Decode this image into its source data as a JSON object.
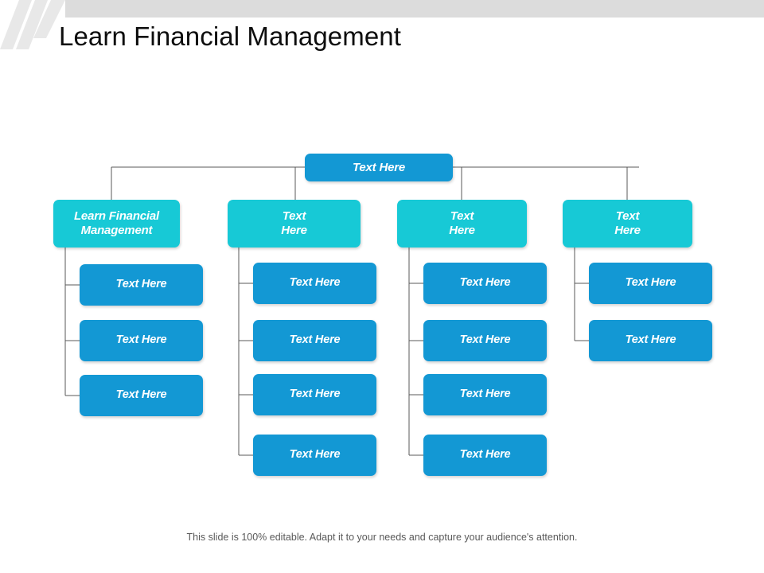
{
  "slide": {
    "title": "Learn Financial Management",
    "footer_note": "This slide is 100% editable. Adapt it to your needs and capture your audience's attention.",
    "background_color": "#FFFFFF",
    "top_bar_color": "#DCDCDC",
    "slash_color": "#E6E6E6"
  },
  "colors": {
    "root_box": "#1398D4",
    "level2_box": "#17C9D6",
    "level3_box": "#1398D4",
    "connector_line": "#595959",
    "box_text": "#FFFFFF",
    "title_text": "#0D0D0D",
    "footer_text": "#595959"
  },
  "icons": {
    "slash_decoration": "diagonal-slashes-icon"
  },
  "chart_data": {
    "type": "tree",
    "title": "Learn Financial Management",
    "orientation": "top-down-then-left-vertical",
    "root": {
      "label": "Text Here",
      "level": 1
    },
    "branches": [
      {
        "label": "Learn Financial Management",
        "label_lines": [
          "Learn Financial",
          "Management"
        ],
        "level": 2,
        "children": [
          {
            "label": "Text Here",
            "level": 3
          },
          {
            "label": "Text Here",
            "level": 3
          },
          {
            "label": "Text Here",
            "level": 3
          }
        ]
      },
      {
        "label": "Text Here",
        "label_lines": [
          "Text",
          "Here"
        ],
        "level": 2,
        "children": [
          {
            "label": "Text Here",
            "level": 3
          },
          {
            "label": "Text Here",
            "level": 3
          },
          {
            "label": "Text Here",
            "level": 3
          },
          {
            "label": "Text Here",
            "level": 3
          }
        ]
      },
      {
        "label": "Text Here",
        "label_lines": [
          "Text",
          "Here"
        ],
        "level": 2,
        "children": [
          {
            "label": "Text Here",
            "level": 3
          },
          {
            "label": "Text Here",
            "level": 3
          },
          {
            "label": "Text Here",
            "level": 3
          },
          {
            "label": "Text Here",
            "level": 3
          }
        ]
      },
      {
        "label": "Text Here",
        "label_lines": [
          "Text",
          "Here"
        ],
        "level": 2,
        "children": [
          {
            "label": "Text Here",
            "level": 3
          },
          {
            "label": "Text Here",
            "level": 3
          }
        ]
      }
    ]
  },
  "nodes": {
    "root": {
      "text": "Text Here"
    },
    "col1": {
      "head_line1": "Learn Financial",
      "head_line2": "Management",
      "c1": "Text Here",
      "c2": "Text Here",
      "c3": "Text Here"
    },
    "col2": {
      "head_line1": "Text",
      "head_line2": "Here",
      "c1": "Text Here",
      "c2": "Text Here",
      "c3": "Text Here",
      "c4": "Text Here"
    },
    "col3": {
      "head_line1": "Text",
      "head_line2": "Here",
      "c1": "Text Here",
      "c2": "Text Here",
      "c3": "Text Here",
      "c4": "Text Here"
    },
    "col4": {
      "head_line1": "Text",
      "head_line2": "Here",
      "c1": "Text Here",
      "c2": "Text Here"
    }
  }
}
